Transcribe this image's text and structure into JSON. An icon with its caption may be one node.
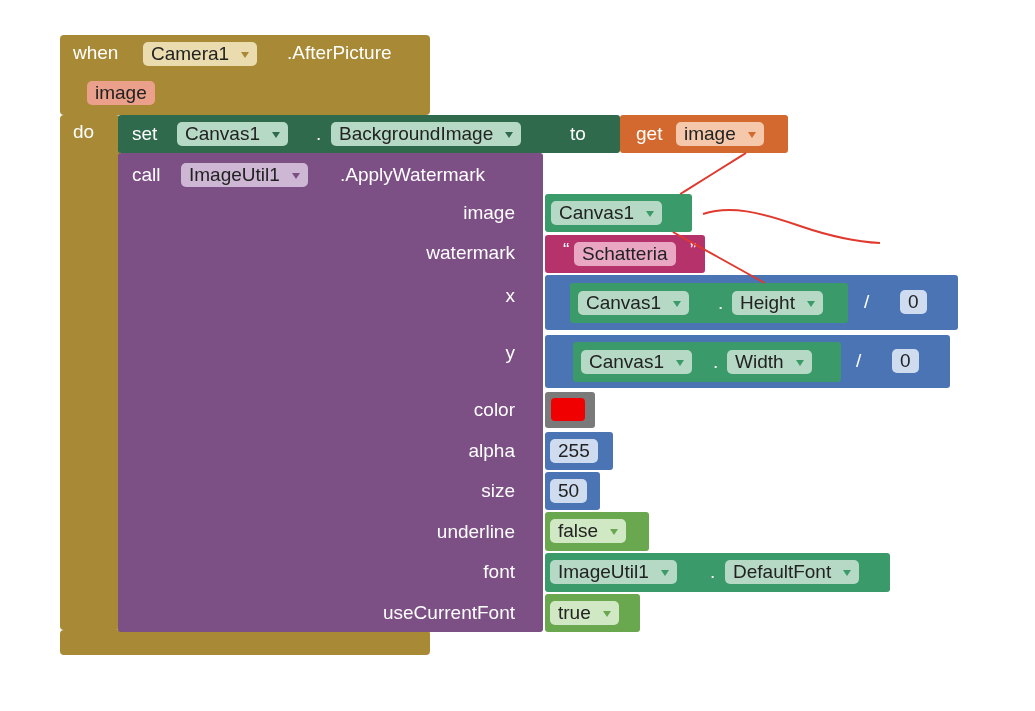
{
  "diagram": {
    "nodes": [
      {
        "text": [
          "when",
          "Camera1",
          ".AfterPicture",
          "image",
          "do"
        ]
      },
      {
        "text": [
          "set",
          "Canvas1",
          ".",
          "BackgroundImage",
          "to"
        ]
      },
      {
        "text": [
          "get",
          "image"
        ]
      },
      {
        "text": [
          "call",
          "ImageUtil1",
          ".ApplyWatermark",
          "image",
          "watermark",
          "x",
          "y",
          "color",
          "alpha",
          "size",
          "underline",
          "font",
          "useCurrentFont"
        ]
      },
      {
        "text": [
          "Canvas1"
        ]
      },
      {
        "text": [
          "“",
          "Schatteria",
          "”"
        ]
      },
      {
        "text": [
          "/",
          "0"
        ]
      },
      {
        "text": [
          "Canvas1",
          ".",
          "Height"
        ],
        "in": 6
      },
      {
        "text": [
          "/",
          "0"
        ]
      },
      {
        "text": [
          "Canvas1",
          ".",
          "Width"
        ],
        "in": 8
      },
      {
        "text": [],
        "shape": "box"
      },
      {
        "text": [
          "255"
        ]
      },
      {
        "text": [
          "50"
        ]
      },
      {
        "text": [
          "false"
        ]
      },
      {
        "text": [
          "ImageUtil1",
          ".",
          "DefaultFont"
        ]
      },
      {
        "text": [
          "true"
        ]
      }
    ],
    "edges": [
      {
        "from": 2,
        "to": 4,
        "arrow": "none"
      },
      {
        "from": 4,
        "to": 7,
        "arrow": "none"
      }
    ]
  }
}
